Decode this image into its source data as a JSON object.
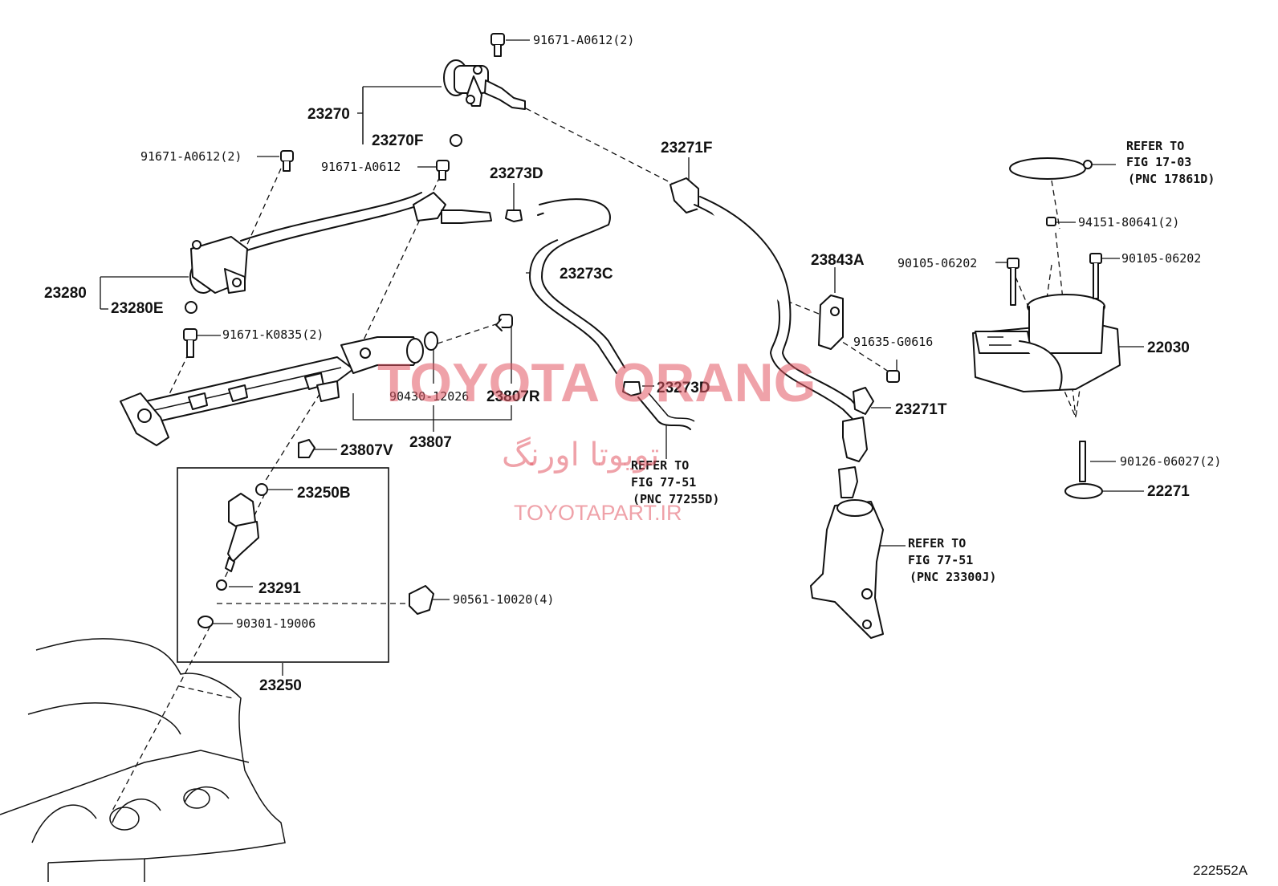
{
  "labels": {
    "p_91671_a0612_top": "91671-A0612(2)",
    "p_23270": "23270",
    "p_23270f": "23270F",
    "p_91671_a0612_left": "91671-A0612(2)",
    "p_91671_a0612_mid": "91671-A0612",
    "p_23273d_top": "23273D",
    "p_23271f": "23271F",
    "p_23280": "23280",
    "p_23280e": "23280E",
    "p_23273c": "23273C",
    "p_91671_k0835": "91671-K0835(2)",
    "p_23843a": "23843A",
    "p_90105_06202_left": "90105-06202",
    "p_90105_06202_right": "90105-06202",
    "p_94151_80641": "94151-80641(2)",
    "p_22030": "22030",
    "p_91635_g0616": "91635-G0616",
    "p_90430_12026": "90430-12026",
    "p_23807r": "23807R",
    "p_23273d_mid": "23273D",
    "p_23271t": "23271T",
    "p_23807": "23807",
    "p_23807v": "23807V",
    "p_90126_06027": "90126-06027(2)",
    "p_22271": "22271",
    "p_23250b": "23250B",
    "p_23291": "23291",
    "p_90561_10020": "90561-10020(4)",
    "p_90301_19006": "90301-19006",
    "p_23250": "23250"
  },
  "references": {
    "ref_1703": [
      "REFER TO",
      "FIG 17-03",
      "(PNC 17861D)"
    ],
    "ref_7751a": [
      "REFER TO",
      "FIG 77-51",
      "(PNC 77255D)"
    ],
    "ref_7751b": [
      "REFER TO",
      "FIG 77-51",
      "(PNC 23300J)"
    ]
  },
  "watermark": {
    "brand": "TOYOTA ORANG",
    "persian": "تویوتا اورنگ",
    "url": "TOYOTAPART.IR",
    "color": "#e25662"
  },
  "figure_id": "222552A"
}
